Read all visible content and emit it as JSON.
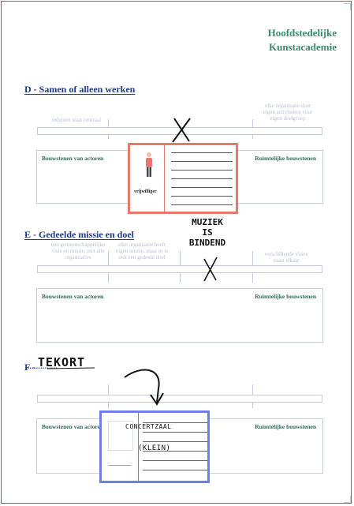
{
  "header": {
    "title_line1": "Hoofdstedelijke",
    "title_line2": "Kunstacademie"
  },
  "section_d": {
    "title": "D - Samen of alleen werken",
    "hint_left": "iedereen staat centraal",
    "hint_right": "elke organisatie doet eigen activiteiten voor eigen doelgroep",
    "box_left_label": "Bouwstenen van actoren",
    "box_right_label": "Ruimtelijke bouwstenen",
    "card": {
      "person_label": "vrijwilliger",
      "accent": "#e8766d"
    }
  },
  "section_e": {
    "title": "E - Gedeelde missie en doel",
    "hint_1": "een gemeenschappelijke visie en missie, met alle organisaties",
    "hint_2": "elke organisatie heeft eigen missie, maar er is ook een gedeeld doel",
    "hint_3": "verschillende visies naast elkaar",
    "box_left_label": "Bouwstenen van actoren",
    "box_right_label": "Ruimtelijke bouwstenen",
    "handwriting": {
      "line1": "MUZIEK",
      "line2": "IS",
      "line3": "BINDEND"
    }
  },
  "section_f": {
    "title_prefix": "F -",
    "title_handwritten": "TEKORT",
    "title_dots": "...............",
    "box_left_label": "Bouwstenen van actoren",
    "box_right_label": "Ruimtelijke bouwstenen",
    "card": {
      "line1": "CONCERTZAAL",
      "line2": "(KLEIN)",
      "accent": "#6f7fe6"
    }
  }
}
